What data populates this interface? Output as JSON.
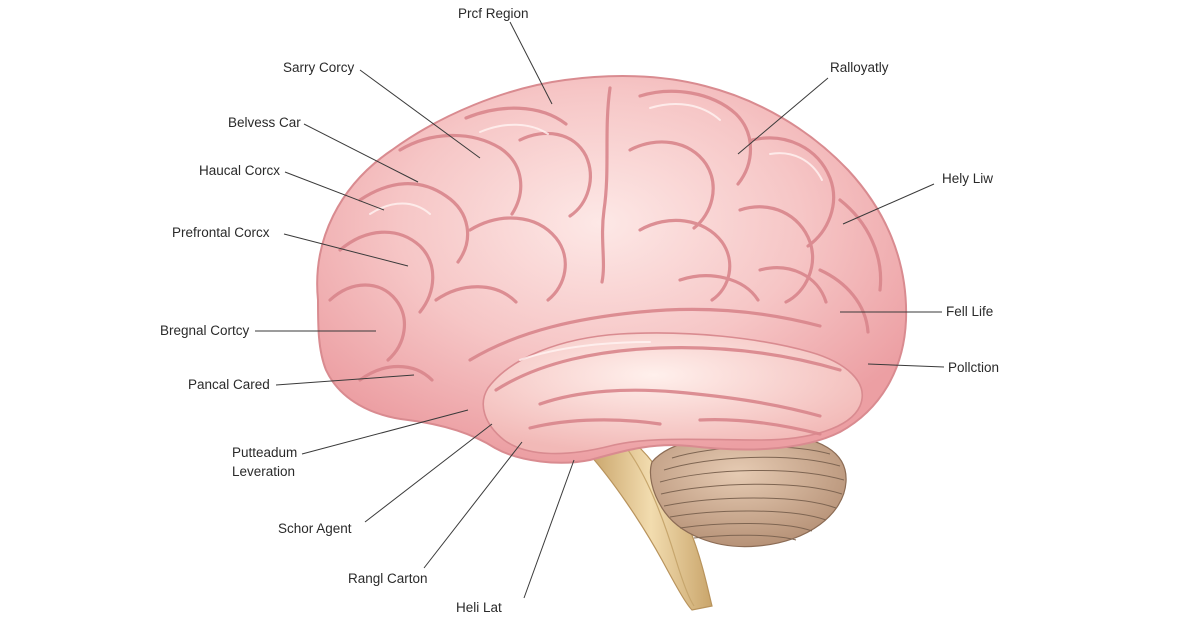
{
  "labels": {
    "top_region": "Prcf Region",
    "sarry_corcy": "Sarry Corcy",
    "belvess_car": "Belvess Car",
    "haucal_corcx": "Haucal Corcx",
    "prefrontal_corcx": "Prefrontal Corcx",
    "bregnal_cortcy": "Bregnal Cortcy",
    "pancal_cared": "Pancal Cared",
    "putteadum_line1": "Putteadum",
    "putteadum_line2": "Leveration",
    "schor_agent": "Schor Agent",
    "rangl_carton": "Rangl Carton",
    "heli_lat": "Heli Lat",
    "ralloyatly": "Ralloyatly",
    "hely_liw": "Hely Liw",
    "fell_life": "Fell Life",
    "pollction": "Pollction"
  },
  "colors": {
    "cortex_fill": "#f6c6c6",
    "cortex_highlight": "#fde8e6",
    "sulci": "#d9868c",
    "cerebellum": "#caa88f",
    "cerebellum_lines": "#7e6552",
    "brainstem": "#e9cf9d",
    "brainstem_shadow": "#c7a66d",
    "leader_line": "#3a3a3a",
    "label_text": "#2a2a2a"
  }
}
